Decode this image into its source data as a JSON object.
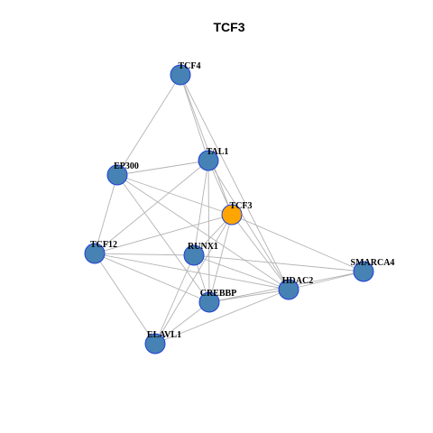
{
  "title": "TCF3",
  "colors": {
    "node_default": "#4682B4",
    "node_focus": "#FFA500",
    "node_stroke": "#1F3FD6",
    "edge": "#B3B3B3"
  },
  "nodes": [
    {
      "id": "TCF4",
      "label": "TCF4",
      "focus": false
    },
    {
      "id": "TAL1",
      "label": "TAL1",
      "focus": false
    },
    {
      "id": "EP300",
      "label": "EP300",
      "focus": false
    },
    {
      "id": "TCF3",
      "label": "TCF3",
      "focus": true
    },
    {
      "id": "TCF12",
      "label": "TCF12",
      "focus": false
    },
    {
      "id": "RUNX1",
      "label": "RUNX1",
      "focus": false
    },
    {
      "id": "SMARCA4",
      "label": "SMARCA4",
      "focus": false
    },
    {
      "id": "HDAC2",
      "label": "HDAC2",
      "focus": false
    },
    {
      "id": "CREBBP",
      "label": "CREBBP",
      "focus": false
    },
    {
      "id": "ELAVL1",
      "label": "ELAVL1",
      "focus": false
    }
  ],
  "edges": [
    [
      "TCF4",
      "EP300"
    ],
    [
      "TCF4",
      "TAL1"
    ],
    [
      "TCF4",
      "TCF3"
    ],
    [
      "TCF4",
      "HDAC2"
    ],
    [
      "EP300",
      "TAL1"
    ],
    [
      "EP300",
      "TCF3"
    ],
    [
      "EP300",
      "TCF12"
    ],
    [
      "EP300",
      "CREBBP"
    ],
    [
      "EP300",
      "HDAC2"
    ],
    [
      "TAL1",
      "TCF3"
    ],
    [
      "TAL1",
      "TCF12"
    ],
    [
      "TAL1",
      "RUNX1"
    ],
    [
      "TAL1",
      "CREBBP"
    ],
    [
      "TAL1",
      "HDAC2"
    ],
    [
      "TCF3",
      "TCF12"
    ],
    [
      "TCF3",
      "RUNX1"
    ],
    [
      "TCF3",
      "CREBBP"
    ],
    [
      "TCF3",
      "ELAVL1"
    ],
    [
      "TCF3",
      "HDAC2"
    ],
    [
      "TCF3",
      "SMARCA4"
    ],
    [
      "TCF12",
      "RUNX1"
    ],
    [
      "TCF12",
      "CREBBP"
    ],
    [
      "TCF12",
      "ELAVL1"
    ],
    [
      "TCF12",
      "HDAC2"
    ],
    [
      "RUNX1",
      "CREBBP"
    ],
    [
      "RUNX1",
      "ELAVL1"
    ],
    [
      "RUNX1",
      "HDAC2"
    ],
    [
      "RUNX1",
      "SMARCA4"
    ],
    [
      "CREBBP",
      "ELAVL1"
    ],
    [
      "CREBBP",
      "HDAC2"
    ],
    [
      "CREBBP",
      "SMARCA4"
    ],
    [
      "ELAVL1",
      "HDAC2"
    ],
    [
      "HDAC2",
      "SMARCA4"
    ]
  ]
}
